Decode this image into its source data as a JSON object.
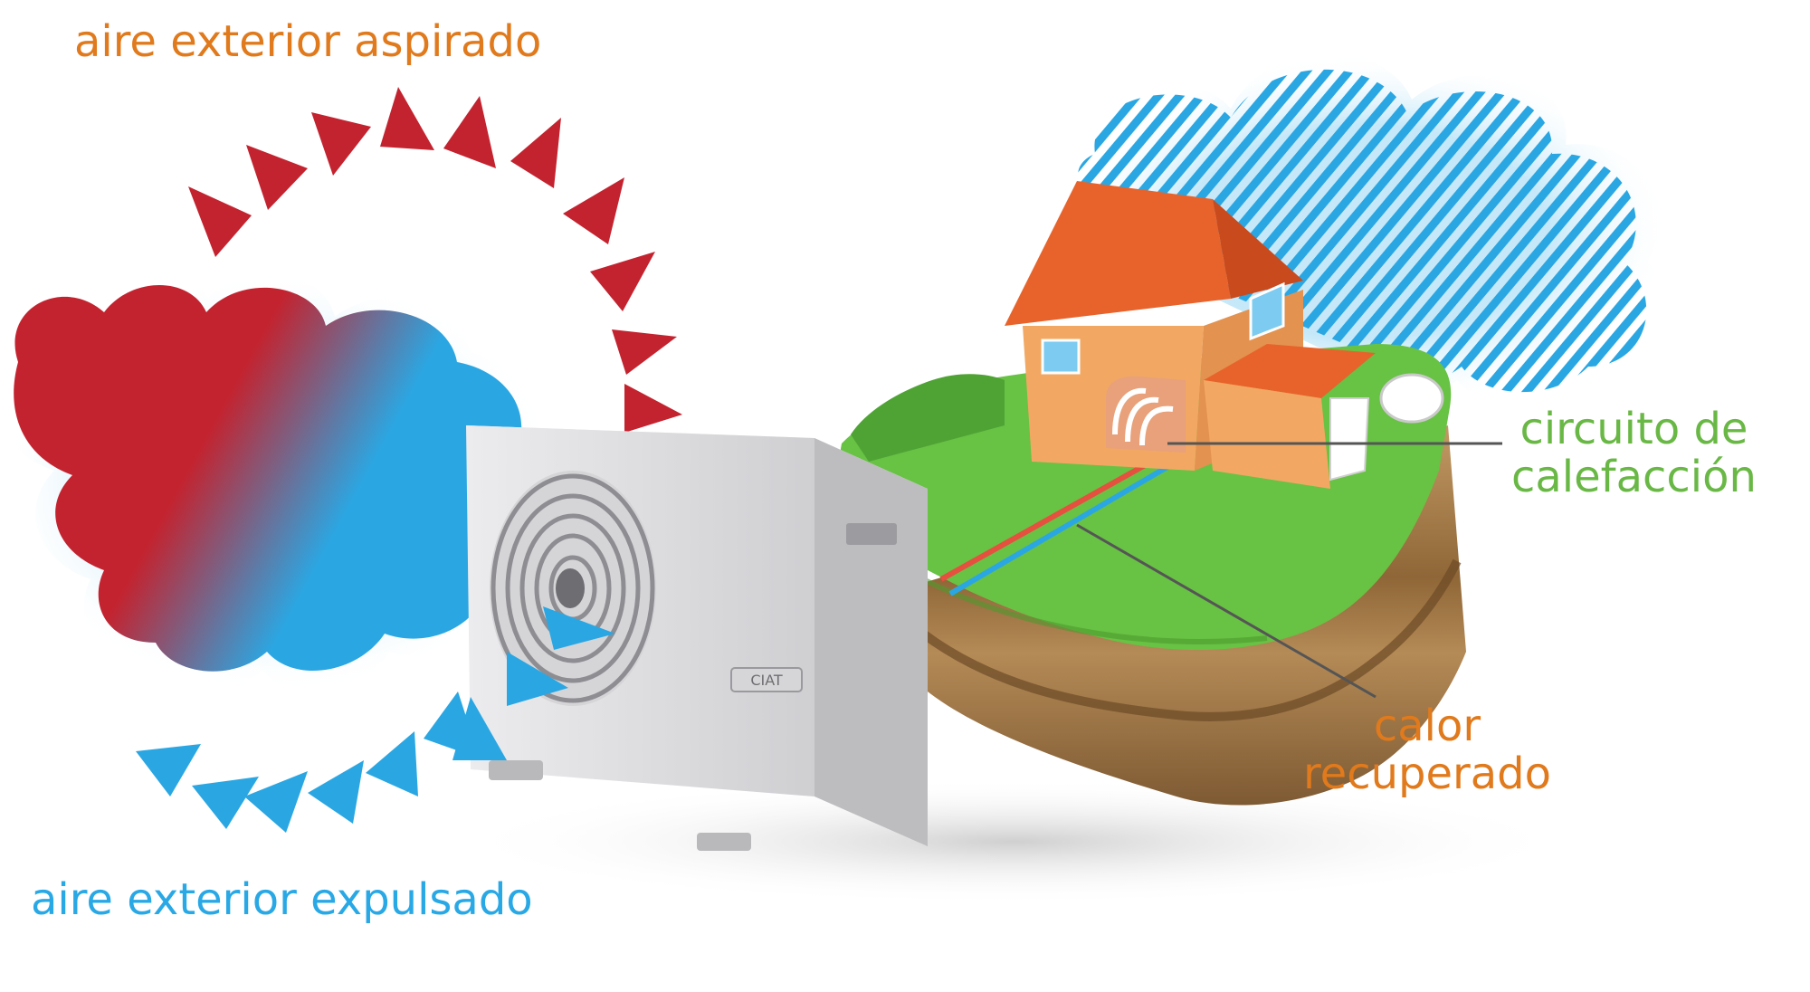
{
  "labels": {
    "intake": "aire exterior aspirado",
    "exhaust": "aire exterior expulsado",
    "heating_circuit_line1": "circuito de",
    "heating_circuit_line2": "calefacción",
    "recovered_heat_line1": "calor",
    "recovered_heat_line2": "recuperado"
  },
  "unit_logo_text": "CIAT",
  "colors": {
    "intake": "#e07a1c",
    "exhaust": "#29a8e6",
    "heating": "#69b845",
    "warm_air": "#c3232f",
    "cold_air": "#2aa7e3",
    "grass": "#68c244",
    "soil": "#a7804e",
    "roof": "#e8632b",
    "wall": "#f2a862",
    "unit": "#dcdcde",
    "leader_line": "#555555"
  }
}
